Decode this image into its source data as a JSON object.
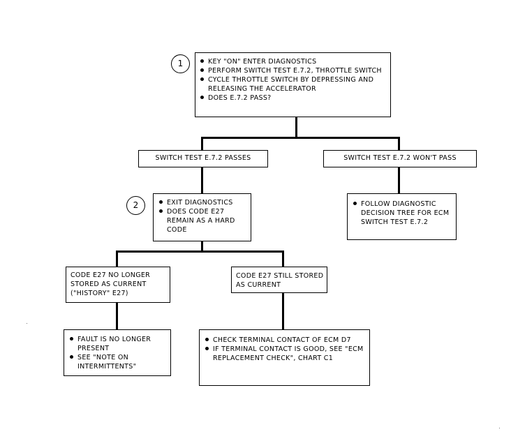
{
  "steps": {
    "one": "1",
    "two": "2"
  },
  "box_start": {
    "items": [
      "KEY \"ON\" ENTER DIAGNOSTICS",
      "PERFORM SWITCH TEST E.7.2, THROTTLE SWITCH",
      "CYCLE THROTTLE SWITCH BY DEPRESSING AND RELEASING THE ACCELERATOR",
      "DOES E.7.2 PASS?"
    ]
  },
  "branch_pass": {
    "label": "SWITCH TEST E.7.2 PASSES"
  },
  "branch_fail": {
    "label": "SWITCH TEST E.7.2 WON'T PASS"
  },
  "box_exit": {
    "items": [
      "EXIT DIAGNOSTICS",
      "DOES CODE E27 REMAIN AS A HARD CODE"
    ]
  },
  "box_follow": {
    "items": [
      "FOLLOW DIAGNOSTIC DECISION TREE FOR ECM SWITCH TEST E.7.2"
    ]
  },
  "box_history": {
    "text": "CODE E27 NO LONGER STORED AS CURRENT (\"HISTORY\" E27)"
  },
  "box_current": {
    "text": "CODE E27 STILL STORED AS CURRENT"
  },
  "box_intermittent": {
    "items": [
      "FAULT IS NO LONGER PRESENT",
      "SEE \"NOTE ON INTERMITTENTS\""
    ]
  },
  "box_check": {
    "items": [
      "CHECK TERMINAL CONTACT OF ECM D7",
      "IF TERMINAL CONTACT IS GOOD, SEE \"ECM REPLACEMENT CHECK\", CHART C1"
    ]
  }
}
